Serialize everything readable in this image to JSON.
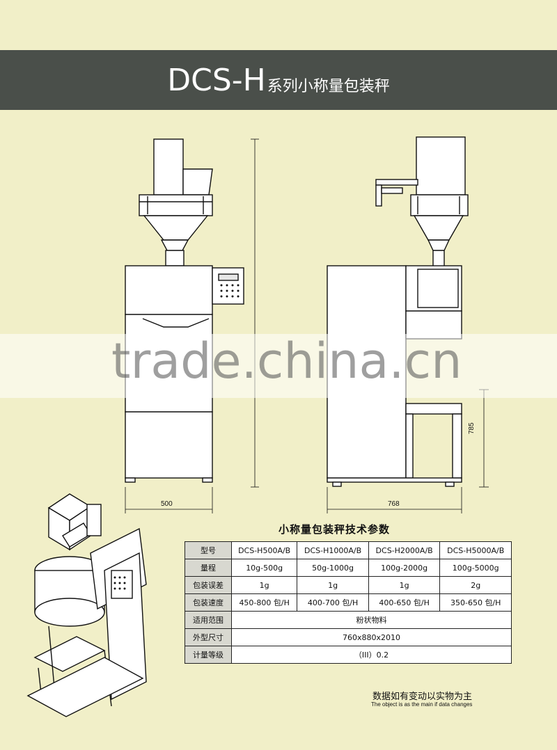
{
  "header": {
    "title_main": "DCS-H",
    "title_sub": "系列小称量包装秤"
  },
  "watermark": "trade.china.cn",
  "dimensions": {
    "front_width": "500",
    "side_depth": "768",
    "table_height": "785"
  },
  "spec_table": {
    "title": "小称量包装秤技术参数",
    "header": [
      "型号",
      "DCS-H500A/B",
      "DCS-H1000A/B",
      "DCS-H2000A/B",
      "DCS-H5000A/B"
    ],
    "rows": [
      [
        "量程",
        "10g-500g",
        "50g-1000g",
        "100g-2000g",
        "100g-5000g"
      ],
      [
        "包装误差",
        "1g",
        "1g",
        "1g",
        "2g"
      ],
      [
        "包装速度",
        "450-800 包/H",
        "400-700 包/H",
        "400-650 包/H",
        "350-650 包/H"
      ]
    ],
    "merged_rows": [
      {
        "label": "适用范围",
        "value": "粉状物料"
      },
      {
        "label": "外型尺寸",
        "value": "760x880x2010"
      },
      {
        "label": "计量等级",
        "value": "（III）0.2"
      }
    ]
  },
  "footer": {
    "note_cn": "数据如有变动以实物为主",
    "note_en": "The object is as the main if data changes"
  }
}
